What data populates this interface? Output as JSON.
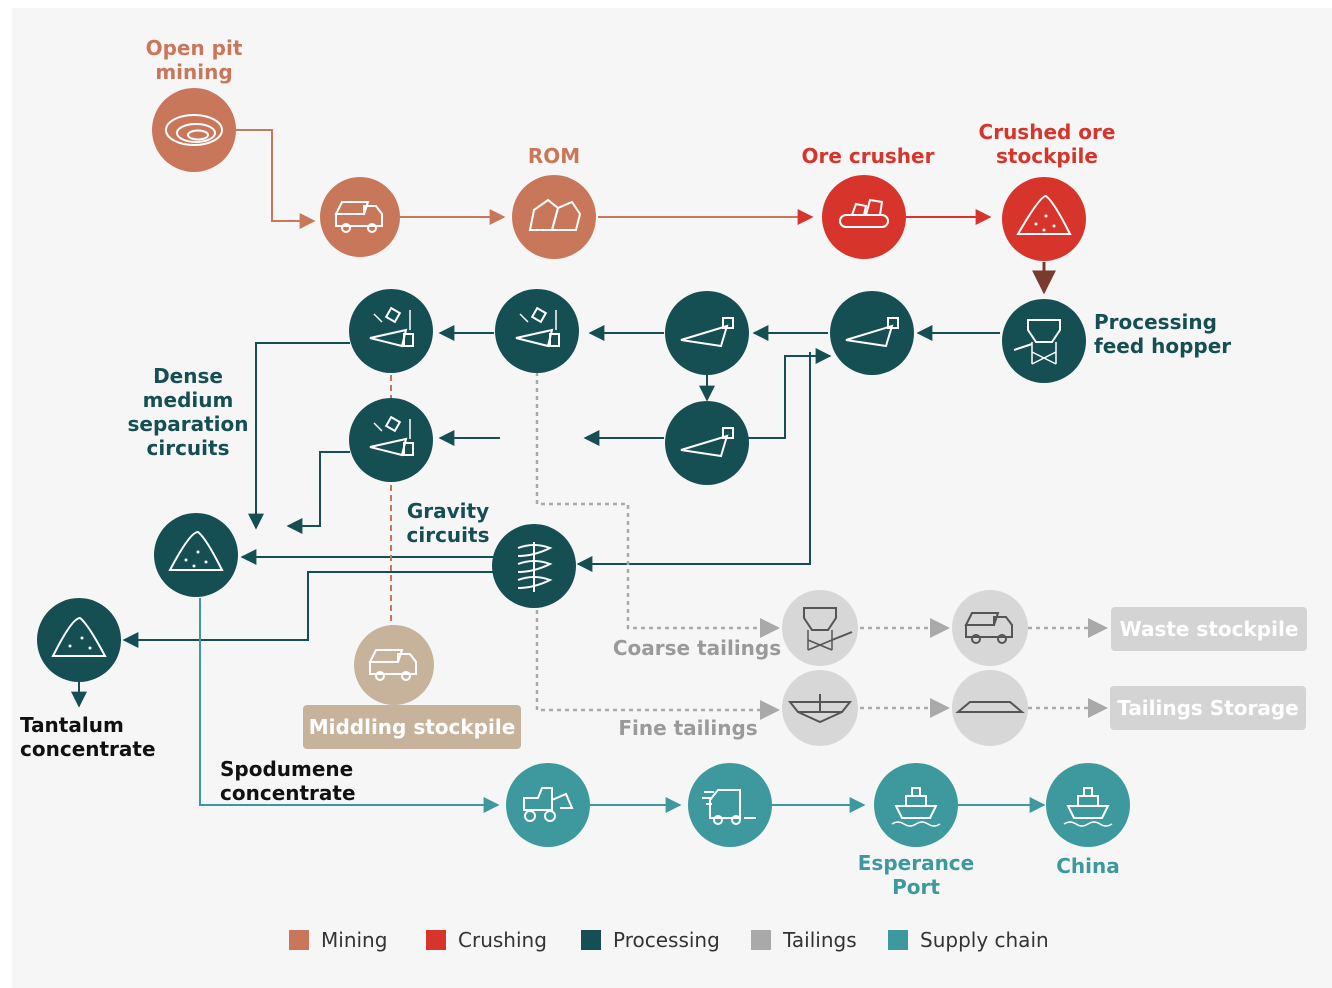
{
  "colors": {
    "mining": "#c9775a",
    "crushing": "#d7352c",
    "processing": "#154f54",
    "tailings": "#c9c9c9",
    "tailings_text": "#9a9a9a",
    "supply": "#3d999e",
    "middling": "#c7b39c",
    "dark_text": "#111111"
  },
  "icons": {
    "open_pit": "open-pit-icon",
    "haul_truck": "haul-truck-icon",
    "rom": "rock-pile-icon",
    "ore_crusher": "crusher-conveyor-icon",
    "crushed_stockpile": "stockpile-icon",
    "feed_hopper": "hopper-icon",
    "screen": "screen-icon",
    "dms": "dense-medium-separator-icon",
    "spiral": "spiral-concentrator-icon",
    "concentrate_pile": "concentrate-pile-icon",
    "middling_truck": "dump-truck-icon",
    "tailings_bin": "tailings-bin-icon",
    "thickener": "thickener-icon",
    "storage": "tailings-storage-icon",
    "loader": "front-loader-icon",
    "road_train": "road-train-icon",
    "ship": "ship-icon"
  },
  "labels": {
    "open_pit": "Open pit\nmining",
    "rom": "ROM",
    "ore_crusher": "Ore crusher",
    "crushed_stockpile": "Crushed ore\nstockpile",
    "feed_hopper": "Processing\nfeed hopper",
    "dms": "Dense\nmedium\nseparation\ncircuits",
    "gravity": "Gravity\ncircuits",
    "coarse_tailings": "Coarse tailings",
    "fine_tailings": "Fine tailings",
    "waste_stockpile": "Waste stockpile",
    "tailings_storage": "Tailings Storage",
    "middling_stockpile": "Middling stockpile",
    "tantalum": "Tantalum\nconcentrate",
    "spodumene": "Spodumene\nconcentrate",
    "esperance": "Esperance\nPort",
    "china": "China"
  },
  "legend": [
    {
      "label": "Mining",
      "color": "#c9775a"
    },
    {
      "label": "Crushing",
      "color": "#d7352c"
    },
    {
      "label": "Processing",
      "color": "#154f54"
    },
    {
      "label": "Tailings",
      "color": "#a9a9a9"
    },
    {
      "label": "Supply chain",
      "color": "#3d999e"
    }
  ]
}
